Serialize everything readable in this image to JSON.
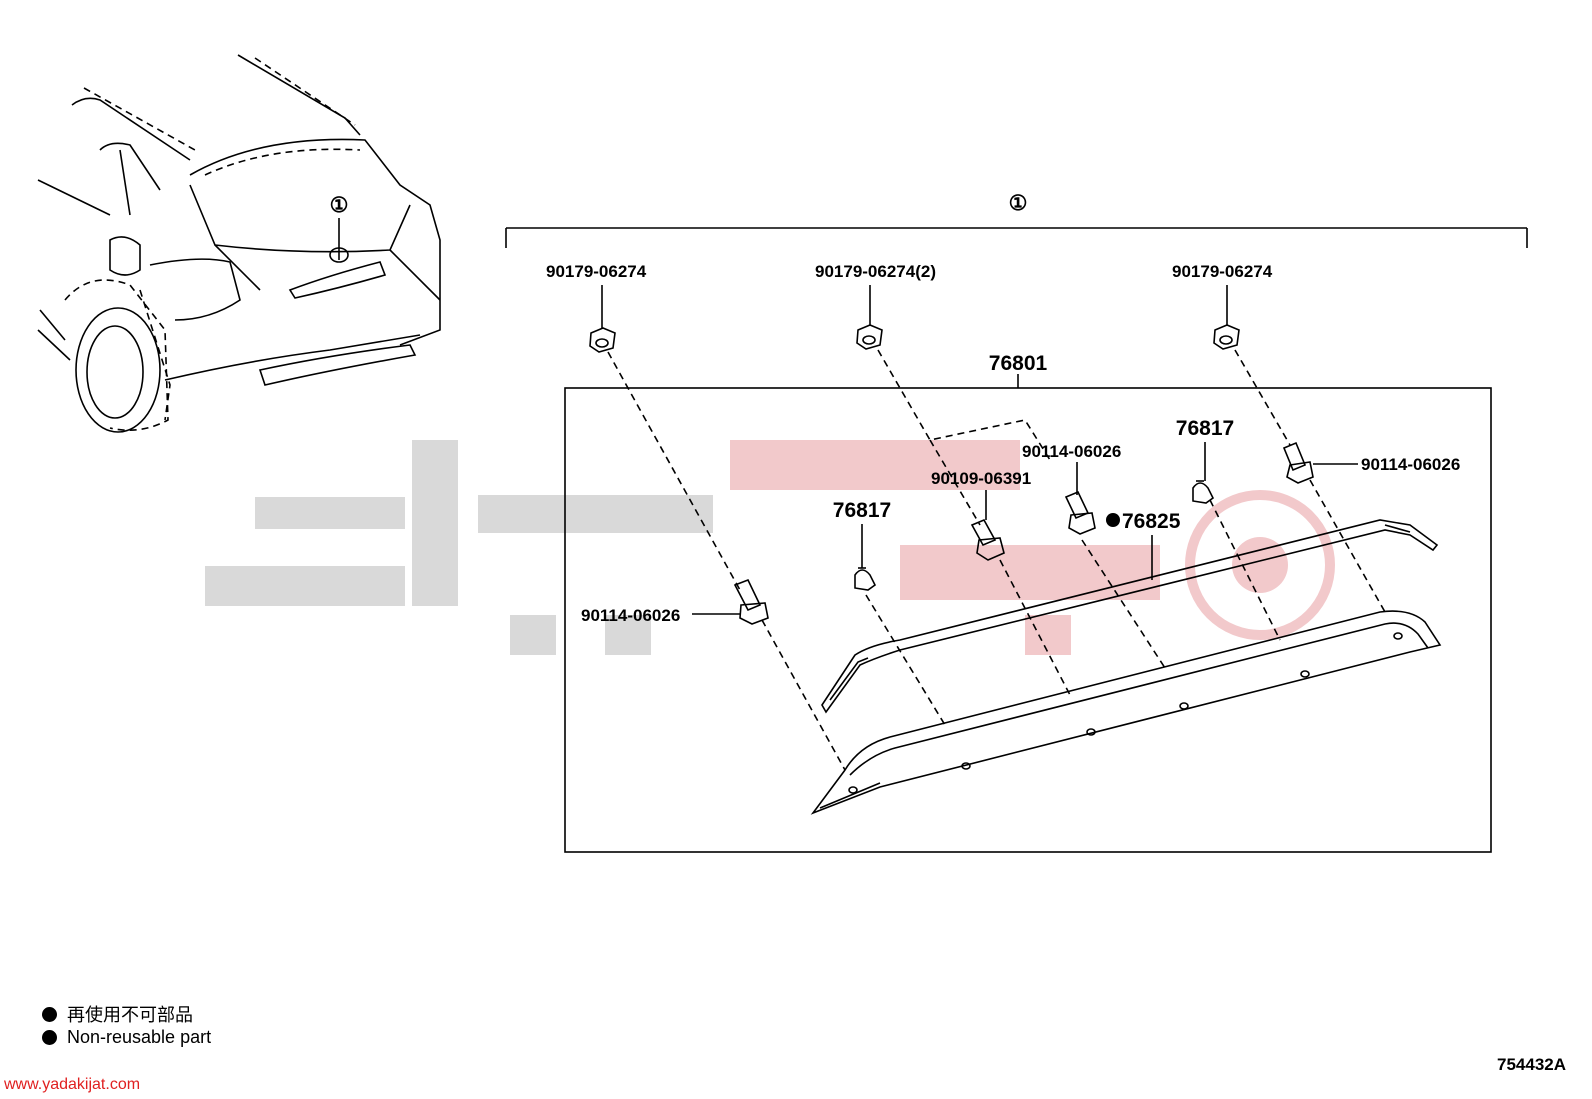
{
  "callout_marker": "①",
  "assembly_label": "76801",
  "labels": {
    "nut_left": "90179-06274",
    "nut_mid": "90179-06274(2)",
    "nut_right": "90179-06274",
    "bolt_left": "90114-06026",
    "bolt_mid": "90114-06026",
    "bolt_right": "90114-06026",
    "stud": "90109-06391",
    "clip_left": "76817",
    "clip_right": "76817",
    "seal": "76825"
  },
  "legend": {
    "jp": "再使用不可部品",
    "en": "Non-reusable part"
  },
  "diagram_code": "754432A",
  "website": "www.yadakijat.com"
}
